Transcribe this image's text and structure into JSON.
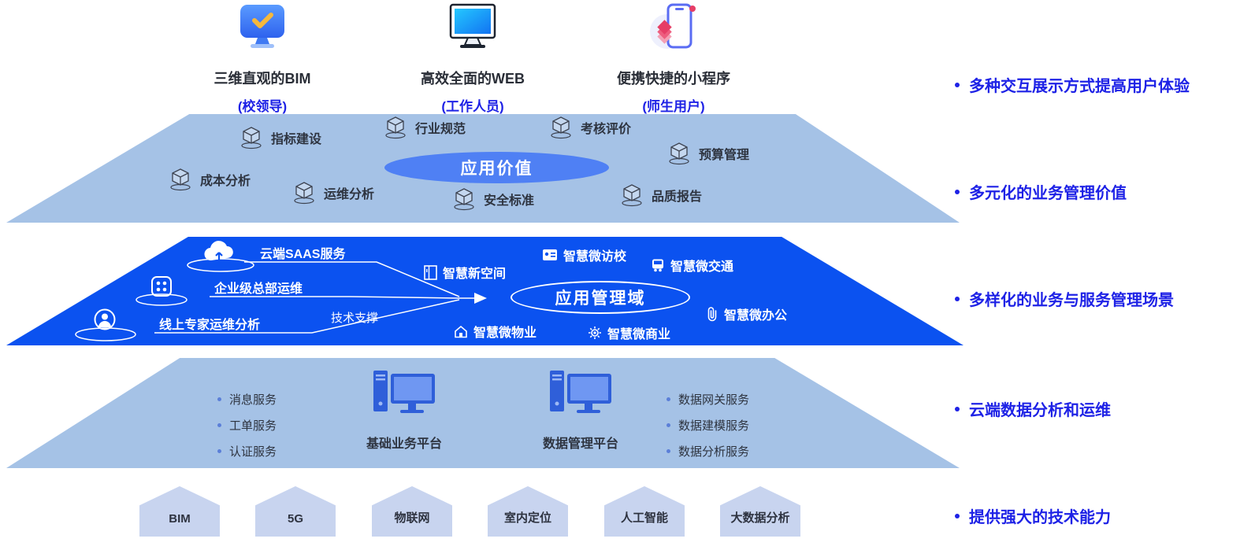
{
  "clients": {
    "items": [
      {
        "title": "三维直观的BIM",
        "subtitle": "(校领导)",
        "icon": "bim-monitor-icon"
      },
      {
        "title": "高效全面的WEB",
        "subtitle": "(工作人员)",
        "icon": "web-monitor-icon"
      },
      {
        "title": "便携快捷的小程序",
        "subtitle": "(师生用户)",
        "icon": "miniprogram-phone-icon"
      }
    ]
  },
  "side_notes": {
    "items": [
      "多种交互展示方式提高用户体验",
      "多元化的业务管理价值",
      "多样化的业务与服务管理场景",
      "云端数据分析和运维",
      "提供强大的技术能力"
    ]
  },
  "value_layer": {
    "center_label": "应用价值",
    "items": [
      "指标建设",
      "行业规范",
      "考核评价",
      "成本分析",
      "运维分析",
      "安全标准",
      "预算管理",
      "品质报告"
    ]
  },
  "management_layer": {
    "center_label": "应用管理域",
    "support_label": "技术支撑",
    "left_items": [
      "云端SAAS服务",
      "企业级总部运维",
      "线上专家运维分析"
    ],
    "right_items": [
      "智慧新空间",
      "智慧微访校",
      "智慧微交通",
      "智慧微物业",
      "智慧微商业",
      "智慧微办公"
    ]
  },
  "platform_layer": {
    "left_services": [
      "消息服务",
      "工单服务",
      "认证服务"
    ],
    "platforms": [
      "基础业务平台",
      "数据管理平台"
    ],
    "right_services": [
      "数据网关服务",
      "数据建模服务",
      "数据分析服务"
    ]
  },
  "tech_layer": {
    "items": [
      "BIM",
      "5G",
      "物联网",
      "室内定位",
      "人工智能",
      "大数据分析"
    ]
  },
  "colors": {
    "light_layer": "#A5C2E6",
    "primary_layer": "#0B52F0",
    "tech_chip": "#C8D4EF",
    "accent_text": "#1E22E6",
    "value_ellipse": "#4F80F4",
    "check_yellow": "#F6B83C",
    "screen_cyan": "#24C8FF",
    "diamond_pink": "#E63E66"
  }
}
